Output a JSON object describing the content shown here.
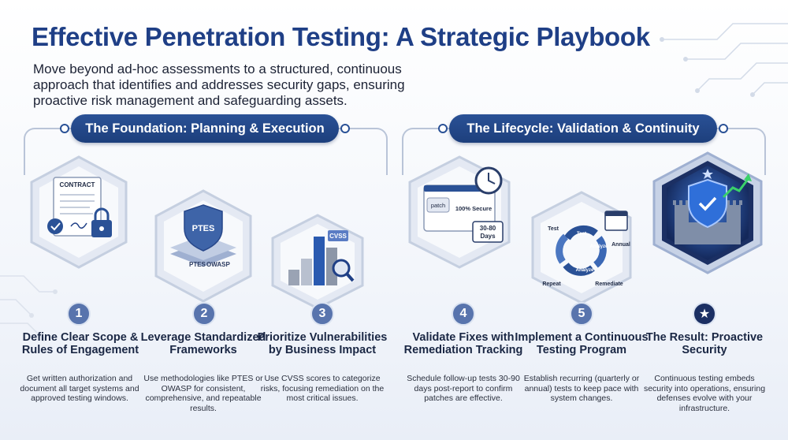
{
  "header": {
    "title": "Effective Penetration Testing: A Strategic Playbook",
    "subtitle": "Move beyond ad-hoc assessments to a structured, continuous approach that identifies and addresses security gaps, ensuring proactive risk management and safeguarding assets."
  },
  "sections": [
    {
      "label": "The Foundation: Planning & Execution"
    },
    {
      "label": "The Lifecycle: Validation & Continuity"
    }
  ],
  "steps": [
    {
      "number": "1",
      "title": "Define Clear Scope & Rules of Engagement",
      "desc": "Get written authorization and document all target systems and approved testing windows.",
      "icon": "contract-lock-icon",
      "art_labels": [
        "CONTRACT"
      ]
    },
    {
      "number": "2",
      "title": "Leverage Standardized Frameworks",
      "desc": "Use methodologies like PTES or OWASP for consistent, comprehensive, and repeatable results.",
      "icon": "framework-shield-icon",
      "art_labels": [
        "PTES",
        "PTES",
        "OWASP"
      ]
    },
    {
      "number": "3",
      "title": "Prioritize Vulnerabilities by Business Impact",
      "desc": "Use CVSS scores to categorize risks, focusing remediation on the most critical issues.",
      "icon": "cvss-chart-icon",
      "art_labels": [
        "CVSS"
      ]
    },
    {
      "number": "4",
      "title": "Validate Fixes with Remediation Tracking",
      "desc": "Schedule follow-up tests 30-90 days post-report to confirm patches are effective.",
      "icon": "patch-clock-icon",
      "art_labels": [
        "patch",
        "100% Secure",
        "30-80",
        "Days"
      ]
    },
    {
      "number": "5",
      "title": "Implement a Continuous Testing Program",
      "desc": "Establish recurring (quarterly or annual) tests to keep pace with system changes.",
      "icon": "cycle-icon",
      "art_labels": [
        "Test",
        "Test",
        "Analyze",
        "Repeat",
        "Remediate",
        "Analyze",
        "Annual"
      ]
    },
    {
      "number": "★",
      "title": "The Result: Proactive Security",
      "desc": "Continuous testing embeds security into operations, ensuring defenses evolve with your infrastructure.",
      "icon": "fortress-shield-icon",
      "art_labels": []
    }
  ],
  "colors": {
    "primary": "#1f3f86",
    "accent": "#2a5196",
    "badge": "#5874ad",
    "dark_hex": "#1b2f63"
  }
}
